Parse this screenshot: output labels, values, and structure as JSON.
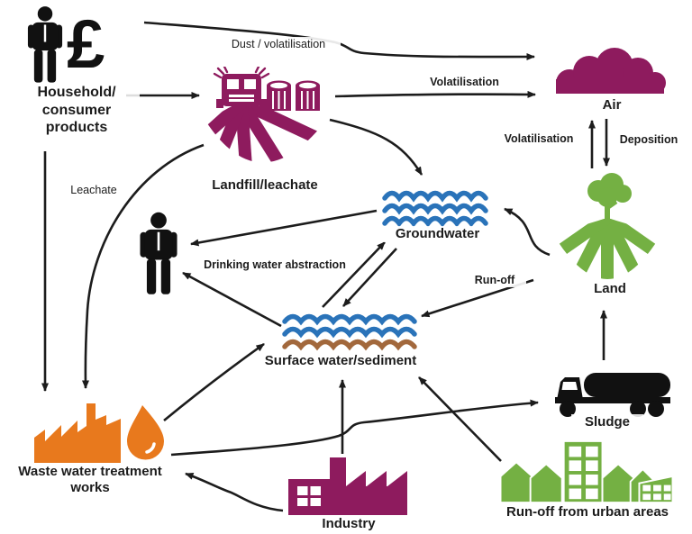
{
  "colors": {
    "plum": "#8e1b5e",
    "green": "#74b043",
    "orange": "#e8791d",
    "blue": "#2a73b9",
    "brown": "#a2683c",
    "ink": "#1c1c1c"
  },
  "icons": {
    "pound": "£"
  },
  "nodes": {
    "household": {
      "label": "Household/\nconsumer\nproducts"
    },
    "landfill": {
      "label": "Landfill/leachate"
    },
    "air": {
      "label": "Air"
    },
    "land": {
      "label": "Land"
    },
    "groundwater": {
      "label": "Groundwater"
    },
    "surface_water": {
      "label": "Surface water/sediment"
    },
    "wwtw": {
      "label": "Waste water treatment\nworks"
    },
    "industry": {
      "label": "Industry"
    },
    "sludge": {
      "label": "Sludge"
    },
    "urban": {
      "label": "Run-off from urban areas"
    }
  },
  "flow_labels": {
    "dust": "Dust / volatilisation",
    "volatilisation_landfill_air": "Volatilisation",
    "volatilisation_land_air": "Volatilisation",
    "deposition": "Deposition",
    "leachate": "Leachate",
    "drinking_abstraction": "Drinking water abstraction",
    "runoff": "Run-off"
  },
  "edges": [
    {
      "from": "Household/consumer products",
      "to": "Air",
      "label": "Dust / volatilisation"
    },
    {
      "from": "Household/consumer products",
      "to": "Landfill/leachate",
      "label": ""
    },
    {
      "from": "Household/consumer products",
      "to": "Waste water treatment works",
      "label": ""
    },
    {
      "from": "Landfill/leachate",
      "to": "Air",
      "label": "Volatilisation"
    },
    {
      "from": "Landfill/leachate",
      "to": "Groundwater",
      "label": ""
    },
    {
      "from": "Landfill/leachate",
      "to": "Waste water treatment works",
      "label": "Leachate"
    },
    {
      "from": "Land",
      "to": "Air",
      "label": "Volatilisation"
    },
    {
      "from": "Air",
      "to": "Land",
      "label": "Deposition"
    },
    {
      "from": "Land",
      "to": "Groundwater",
      "label": ""
    },
    {
      "from": "Land",
      "to": "Surface water/sediment",
      "label": "Run-off"
    },
    {
      "from": "Groundwater",
      "to": "Drinking water receptor",
      "label": "Drinking water abstraction"
    },
    {
      "from": "Groundwater",
      "to": "Surface water/sediment",
      "label": ""
    },
    {
      "from": "Surface water/sediment",
      "to": "Groundwater",
      "label": ""
    },
    {
      "from": "Surface water/sediment",
      "to": "Drinking water receptor",
      "label": "Drinking water abstraction"
    },
    {
      "from": "Waste water treatment works",
      "to": "Surface water/sediment",
      "label": ""
    },
    {
      "from": "Waste water treatment works",
      "to": "Sludge",
      "label": ""
    },
    {
      "from": "Sludge",
      "to": "Land",
      "label": ""
    },
    {
      "from": "Industry",
      "to": "Waste water treatment works",
      "label": ""
    },
    {
      "from": "Industry",
      "to": "Surface water/sediment",
      "label": ""
    },
    {
      "from": "Run-off from urban areas",
      "to": "Surface water/sediment",
      "label": ""
    }
  ]
}
